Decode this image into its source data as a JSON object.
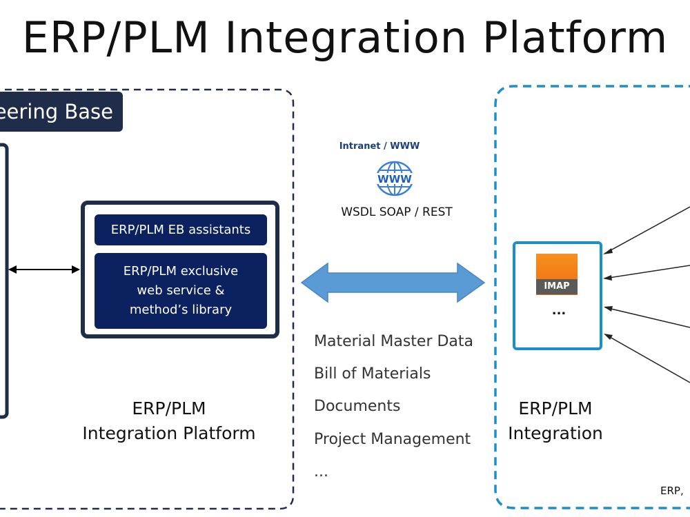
{
  "title": "ERP/PLM Integration Platform",
  "left_panel": {
    "tab_label": "ineering Base",
    "assistants_label": "ERP/PLM EB assistants",
    "library_lines": [
      "ERP/PLM exclusive",
      "web service &",
      "method’s library"
    ],
    "caption_lines": [
      "ERP/PLM",
      "Integration Platform"
    ]
  },
  "connection": {
    "network_label": "Intranet / WWW",
    "globe_text": "WWW",
    "protocol_label": "WSDL SOAP / REST",
    "data_items": [
      "Material Master Data",
      "Bill of Materials",
      "Documents",
      "Project Management",
      "..."
    ]
  },
  "right_panel": {
    "module_logo_text": "IMAP",
    "module_more": "...",
    "caption_lines": [
      "ERP/PLM",
      "Integration"
    ],
    "corner_label": "ERP,"
  },
  "colors": {
    "navy": "#0b2160",
    "dark_slate": "#1f2d4a",
    "accent_blue": "#1a8fc9",
    "arrow_blue": "#5b9bd5",
    "imap_orange": "#f26b0f"
  }
}
